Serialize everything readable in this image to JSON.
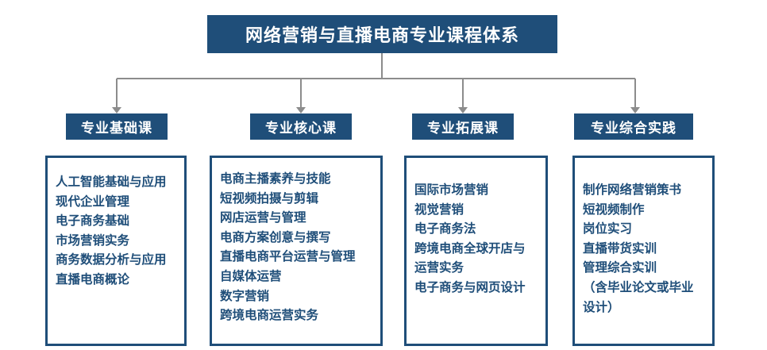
{
  "title": "网络营销与直播电商专业课程体系",
  "categories": [
    {
      "label": "专业基础课",
      "items": [
        "人工智能基础与应用",
        "现代企业管理",
        "电子商务基础",
        "市场营销实务",
        "商务数据分析与应用",
        "直播电商概论"
      ]
    },
    {
      "label": "专业核心课",
      "items": [
        "电商主播素养与技能",
        "短视频拍摄与剪辑",
        "网店运营与管理",
        "电商方案创意与撰写",
        "直播电商平台运营与管理",
        "自媒体运营",
        "数字营销",
        "跨境电商运营实务"
      ]
    },
    {
      "label": "专业拓展课",
      "items": [
        "国际市场营销",
        "视觉营销",
        "电子商务法",
        "跨境电商全球开店与",
        "运营实务",
        "电子商务与网页设计"
      ]
    },
    {
      "label": "专业综合实践",
      "items": [
        "制作网络营销策书",
        "短视频制作",
        "岗位实习",
        "直播带货实训",
        "管理综合实训",
        "（含毕业论文或毕业",
        "设计）"
      ]
    }
  ],
  "colors": {
    "primary": "#1f4e79",
    "connector": "#808080"
  }
}
